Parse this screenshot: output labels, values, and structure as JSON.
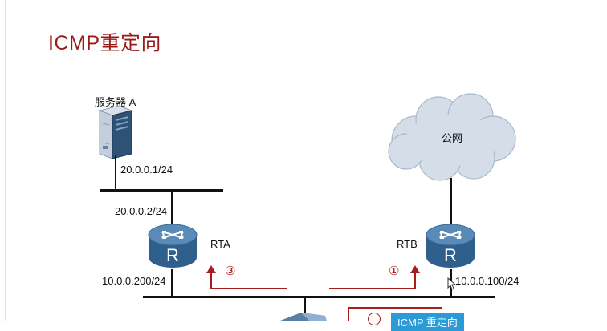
{
  "title": "ICMP重定向",
  "nodes": {
    "server": {
      "label": "服务器 A",
      "icon": "server-icon"
    },
    "cloud": {
      "label": "公网",
      "icon": "cloud-icon"
    },
    "rta": {
      "label": "RTA",
      "icon": "router-icon"
    },
    "rtb": {
      "label": "RTB",
      "icon": "router-icon"
    }
  },
  "addresses": {
    "server": "20.0.0.1/24",
    "rta_top": "20.0.0.2/24",
    "rta_bottom": "10.0.0.200/24",
    "rtb_bottom": "10.0.0.100/24"
  },
  "steps": [
    "①",
    "③"
  ],
  "callout": "ICMP 重定向",
  "colors": {
    "title": "#9b1b1b",
    "arrow": "#a51d1d",
    "router": "#3f6e9b",
    "callout": "#2a9bd6"
  }
}
